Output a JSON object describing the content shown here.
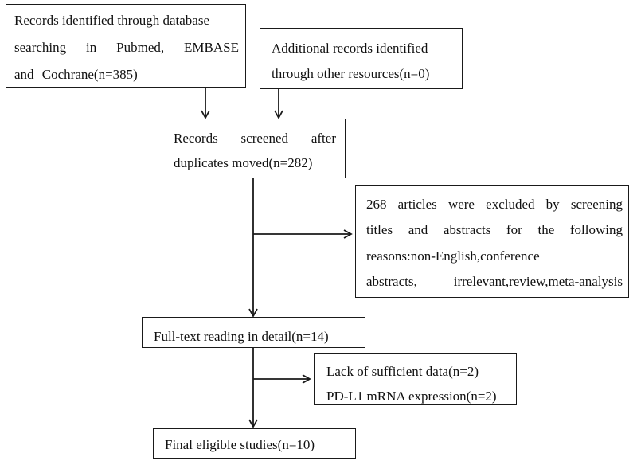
{
  "boxes": {
    "database_search": {
      "lines": [
        "Records identified through database",
        "searching in Pubmed, EMBASE",
        "and Cochrane(n=385)"
      ]
    },
    "other_resources": {
      "lines": [
        "Additional records identified",
        "through other resources(n=0)"
      ]
    },
    "screened": {
      "lines": [
        "Records screened after",
        "duplicates moved(n=282)"
      ]
    },
    "excluded_screening": {
      "lines": [
        "268 articles were excluded by screening",
        "titles and abstracts for the following",
        "reasons:non-English,conference",
        "abstracts, irrelevant,review,meta-analysis"
      ]
    },
    "full_text": {
      "lines": [
        "Full-text reading in detail(n=14)"
      ]
    },
    "excluded_fulltext": {
      "lines": [
        "Lack of sufficient data(n=2)",
        "PD-L1 mRNA expression(n=2)"
      ]
    },
    "final": {
      "lines": [
        "Final eligible studies(n=10)"
      ]
    }
  }
}
